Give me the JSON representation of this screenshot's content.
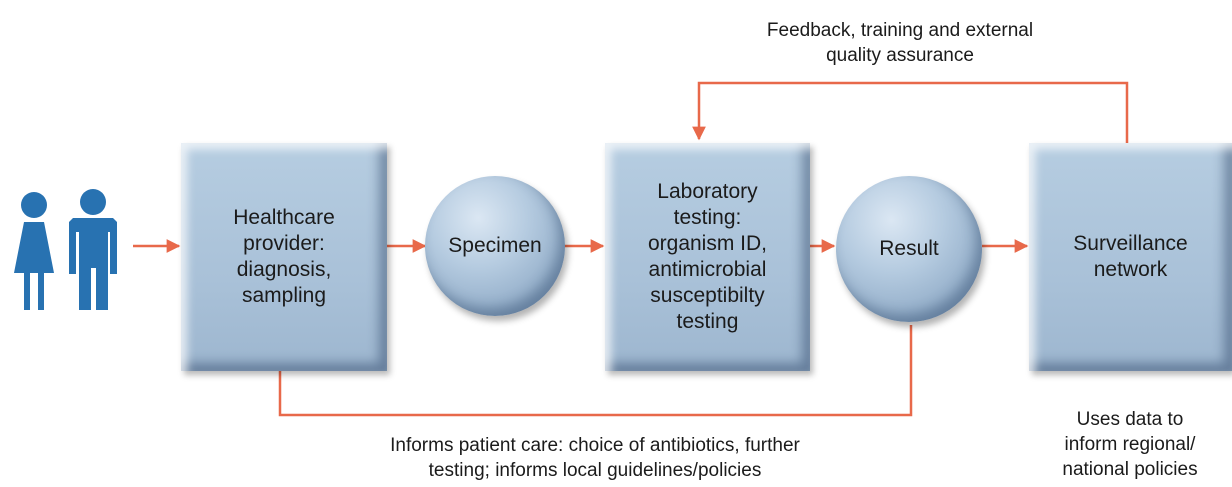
{
  "nodes": {
    "healthcare_provider": "Healthcare\nprovider:\ndiagnosis,\nsampling",
    "specimen": "Specimen",
    "laboratory_testing": "Laboratory\ntesting:\norganism ID,\nantimicrobial\nsusceptibilty\ntesting",
    "result": "Result",
    "surveillance_network": "Surveillance\nnetwork"
  },
  "annotations": {
    "feedback": "Feedback, training and external\nquality assurance",
    "patient_care": "Informs patient care: choice of antibiotics, further\ntesting; informs local guidelines/policies",
    "policies": "Uses data to\ninform regional/\nnational policies"
  },
  "colors": {
    "arrow": "#e8694a",
    "people": "#2872b1",
    "box": "#a9c1d8"
  },
  "icons": [
    "female-person-icon",
    "male-person-icon"
  ]
}
